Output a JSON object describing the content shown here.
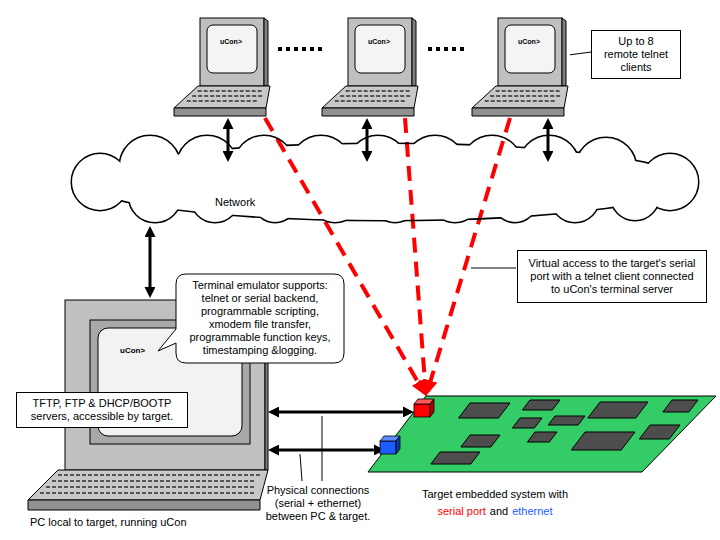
{
  "diagram": {
    "nodes": [
      {
        "text": [
          "uCon>"
        ]
      },
      {
        "text": [
          "uCon>"
        ]
      },
      {
        "text": [
          "uCon>"
        ]
      },
      {
        "text": [
          "Up to 8 remote telnet clients"
        ]
      },
      {
        "text": [
          "Network"
        ]
      },
      {
        "text": [
          "Virtual access to the target's serial port with a telnet client connected to uCon's terminal server"
        ]
      },
      {
        "text": [
          "uCon>",
          "PC local to target, running uCon"
        ]
      },
      {
        "text": [
          "Terminal emulator supports: telnet or serial backend, programmable scripting, xmodem file transfer, programmable function keys, timestamping &logging."
        ]
      },
      {
        "text": [
          "TFTP, FTP & DHCP/BOOTP servers, accessible by target."
        ]
      },
      {
        "text": [
          "Target embedded system with",
          "serial port",
          "and",
          "ethernet"
        ]
      }
    ],
    "edges": [
      {
        "from": 0,
        "to": 4,
        "arrow": "both"
      },
      {
        "from": 1,
        "to": 4,
        "arrow": "both"
      },
      {
        "from": 2,
        "to": 4,
        "arrow": "both"
      },
      {
        "from": 3,
        "to": 2,
        "arrow": "none"
      },
      {
        "from": 4,
        "to": 6,
        "arrow": "both"
      },
      {
        "from": 0,
        "to": 9,
        "arrow": "to"
      },
      {
        "from": 1,
        "to": 9,
        "arrow": "to"
      },
      {
        "from": 2,
        "to": 9,
        "arrow": "to"
      },
      {
        "from": 6,
        "to": 9,
        "arrow": "both"
      },
      {
        "from": 6,
        "to": 9,
        "arrow": "both"
      },
      {
        "from": 8,
        "to": 6,
        "arrow": "none"
      }
    ],
    "labels": [
      "Physical connections (serial + ethernet) between PC & target."
    ]
  }
}
